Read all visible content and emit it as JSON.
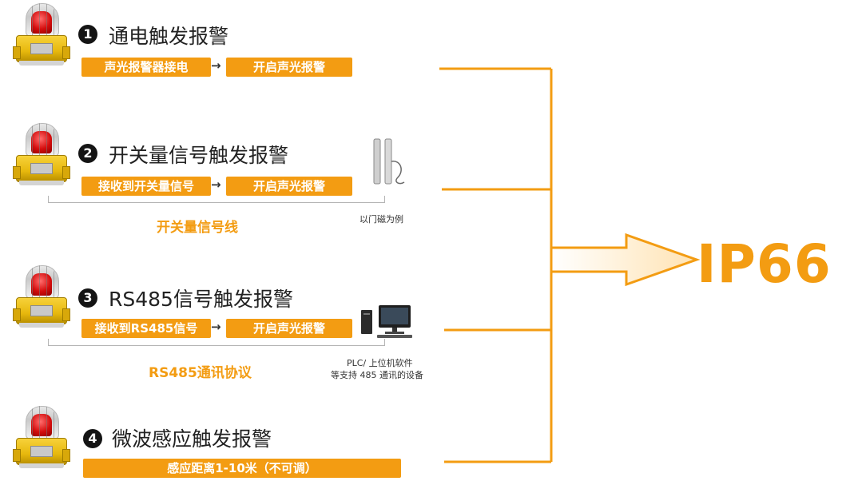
{
  "steps": [
    {
      "num": "1",
      "title": "通电触发报警",
      "pills": [
        "声光报警器接电",
        "开启声光报警"
      ]
    },
    {
      "num": "2",
      "title": "开关量信号触发报警",
      "pills": [
        "接收到开关量信号",
        "开启声光报警"
      ],
      "sub_label": "开关量信号线",
      "device_caption": "以门磁为例"
    },
    {
      "num": "3",
      "title": "RS485信号触发报警",
      "pills": [
        "接收到RS485信号",
        "开启声光报警"
      ],
      "sub_label": "RS485通讯协议",
      "device_caption_1": "PLC/ 上位机软件",
      "device_caption_2": "等支持 485 通讯的设备"
    },
    {
      "num": "4",
      "title": "微波感应触发报警",
      "pills": [
        "感应距离1-10米（不可调）"
      ]
    }
  ],
  "arrow_glyph": "→",
  "result": "IP66",
  "colors": {
    "accent": "#f39c12",
    "text": "#222222",
    "number_bg": "#141414"
  }
}
